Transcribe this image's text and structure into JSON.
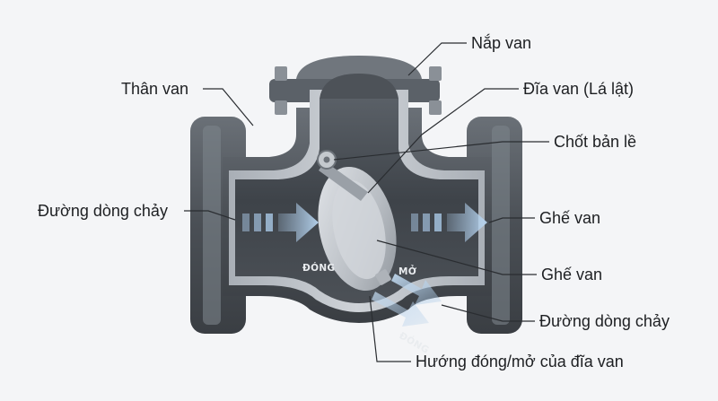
{
  "labels": {
    "nap_van": "Nắp van",
    "than_van": "Thân van",
    "dia_van": "Đĩa van (Lá lật)",
    "chot_ban_le": "Chốt bản lề",
    "duong_dong_chay_left": "Đường dòng chảy",
    "ghe_van_top": "Ghế van",
    "ghe_van_bottom": "Ghế van",
    "duong_dong_chay_right": "Đường dòng chảy",
    "huong_dong_mo": "Hướng đóng/mở của đĩa van"
  },
  "inner_text": {
    "dong_left": "ĐÓNG",
    "mo": "MỞ",
    "dong_bottom": "ĐÓNG"
  },
  "colors": {
    "background": "#f4f5f7",
    "body_dark": "#4a4f55",
    "body_mid": "#6b7178",
    "cut_face": "#b9bec4",
    "cavity": "#3d4248",
    "disc": "#c9ced4",
    "flow_arrow": "#a9c8e6",
    "leader_line": "#2a2d31"
  },
  "icons": [
    "flow-arrow-icon"
  ]
}
